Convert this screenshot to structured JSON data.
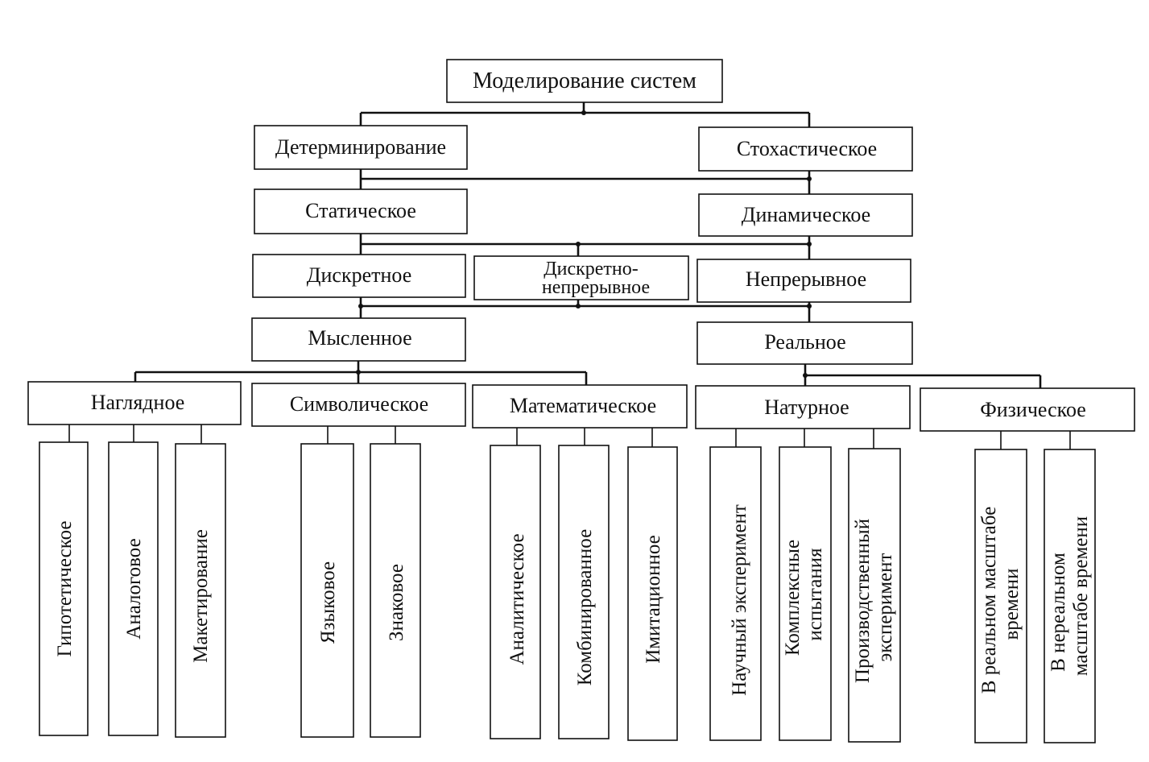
{
  "diagram": {
    "root": "Моделирование систем",
    "level1": [
      "Детерминирование",
      "Стохастическое"
    ],
    "level2": [
      "Статическое",
      "Динамическое"
    ],
    "level3": [
      "Дискретное",
      "Дискретно-непрерывное",
      "Непрерывное"
    ],
    "level3_split": [
      "Дискретно-",
      "непрерывное"
    ],
    "level4": [
      "Мысленное",
      "Реальное"
    ],
    "level5": [
      "Наглядное",
      "Символическое",
      "Математическое",
      "Натурное",
      "Физическое"
    ],
    "leaves": {
      "naglyadnoe": [
        "Гипотетическое",
        "Аналоговое",
        "Макетирование"
      ],
      "simvolicheskoe": [
        "Языковое",
        "Знаковое"
      ],
      "matematicheskoe": [
        "Аналитическое",
        "Комбинированное",
        "Имитационное"
      ],
      "naturnoe": [
        [
          "Научный эксперимент"
        ],
        [
          "Комплексные",
          "испытания"
        ],
        [
          "Производственный",
          "эксперимент"
        ]
      ],
      "fizicheskoe": [
        [
          "В реальном масштабе",
          "времени"
        ],
        [
          "В нереальном",
          "масштабе времени"
        ]
      ]
    }
  }
}
